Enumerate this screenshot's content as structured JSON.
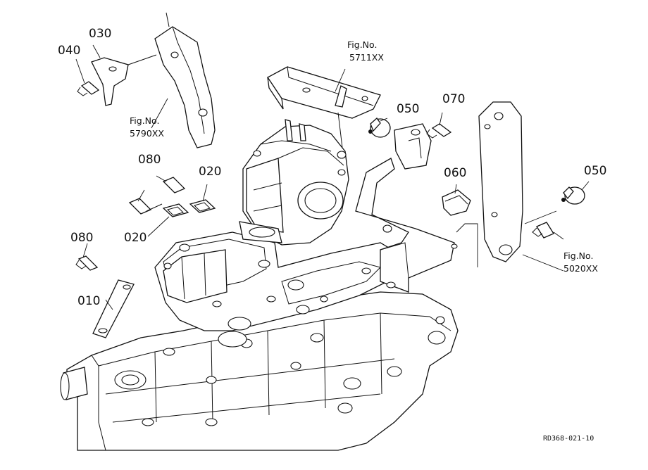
{
  "part_labels": {
    "p010": "010",
    "p020a": "020",
    "p020b": "020",
    "p030": "030",
    "p040": "040",
    "p050a": "050",
    "p050b": "050",
    "p060": "060",
    "p070": "070",
    "p080a": "080",
    "p080b": "080"
  },
  "figure_refs": {
    "fig5711": {
      "line1": "Fig.No.",
      "line2": "5711XX"
    },
    "fig5790": {
      "line1": "Fig.No.",
      "line2": "5790XX"
    },
    "fig5020": {
      "line1": "Fig.No.",
      "line2": "5020XX"
    }
  },
  "drawing_code": "RD368-021-10"
}
